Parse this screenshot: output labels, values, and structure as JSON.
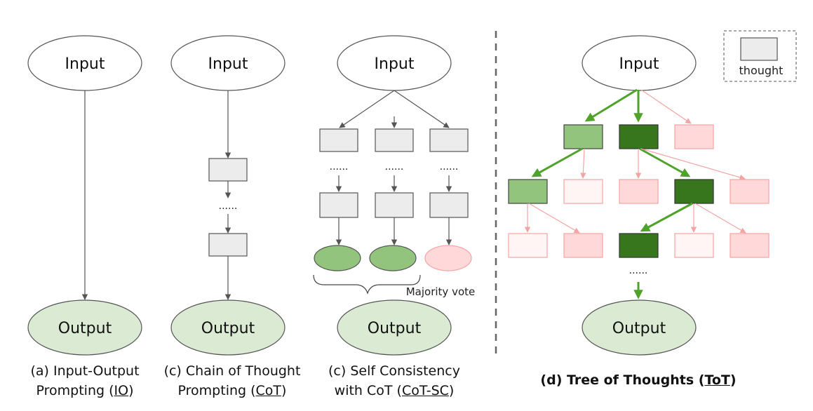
{
  "colors": {
    "gray_box": "#ececec",
    "gray_stroke": "#555555",
    "output_fill": "#dbead3",
    "green_light": "#93c47d",
    "green_dark": "#38761d",
    "green_arrow": "#4fa22a",
    "pink_fill": "#ffd9d9",
    "pink_light_fill": "#fff5f5",
    "pink_stroke": "#f4a4a4"
  },
  "nodes": {
    "input": "Input",
    "output": "Output",
    "ellipsis": "......"
  },
  "legend": {
    "label": "thought"
  },
  "sc": {
    "majority_vote": "Majority vote"
  },
  "captions": {
    "io": {
      "line1": "(a) Input-Output",
      "line2_prefix": "Prompting (",
      "line2_link": "IO",
      "line2_suffix": ")"
    },
    "cot": {
      "line1": "(c) Chain of Thought",
      "line2_prefix": "Prompting (",
      "line2_link": "CoT",
      "line2_suffix": ")"
    },
    "cotsc": {
      "line1": "(c) Self Consistency",
      "line2_prefix": "with CoT (",
      "line2_link": "CoT-SC",
      "line2_suffix": ")"
    },
    "tot": {
      "prefix": "(d) Tree of Thoughts (",
      "link": "ToT",
      "suffix": ")"
    }
  }
}
